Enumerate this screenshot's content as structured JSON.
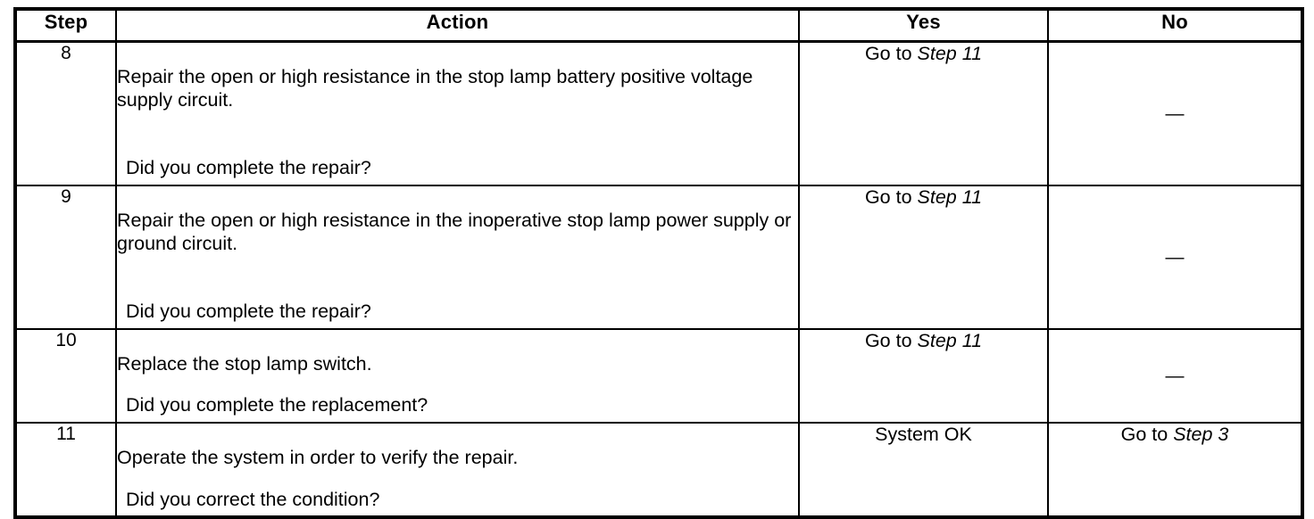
{
  "document": {
    "type": "diagnostic-procedure-table",
    "title": "",
    "background_color": "#ffffff",
    "text_color": "#000000",
    "border_color": "#000000"
  },
  "table": {
    "columns": [
      {
        "key": "step",
        "header": "Step"
      },
      {
        "key": "action",
        "header": "Action"
      },
      {
        "key": "yes",
        "header": "Yes"
      },
      {
        "key": "no",
        "header": "No"
      }
    ],
    "rows": [
      {
        "step": "8",
        "action_lead": "Repair the open or high resistance in the stop lamp battery positive voltage supply circuit.",
        "action_question": "Did you complete the repair?",
        "yes_prefix": "Go to ",
        "yes_target": "Step 11",
        "no_prefix": "",
        "no_target": "",
        "no_dash": "—"
      },
      {
        "step": "9",
        "action_lead": "Repair the open or high resistance in the inoperative stop lamp power supply or ground circuit.",
        "action_question": "Did you complete the repair?",
        "yes_prefix": "Go to ",
        "yes_target": "Step 11",
        "no_prefix": "",
        "no_target": "",
        "no_dash": "—"
      },
      {
        "step": "10",
        "action_lead": "Replace the stop lamp switch.",
        "action_question": "Did you complete the replacement?",
        "yes_prefix": "Go to ",
        "yes_target": "Step 11",
        "no_prefix": "",
        "no_target": "",
        "no_dash": "—"
      },
      {
        "step": "11",
        "action_lead": "Operate the system in order to verify the repair.",
        "action_question": "Did you correct the condition?",
        "yes_prefix": "",
        "yes_target": "System OK",
        "no_prefix": "Go to ",
        "no_target": "Step 3",
        "no_dash": ""
      }
    ]
  }
}
